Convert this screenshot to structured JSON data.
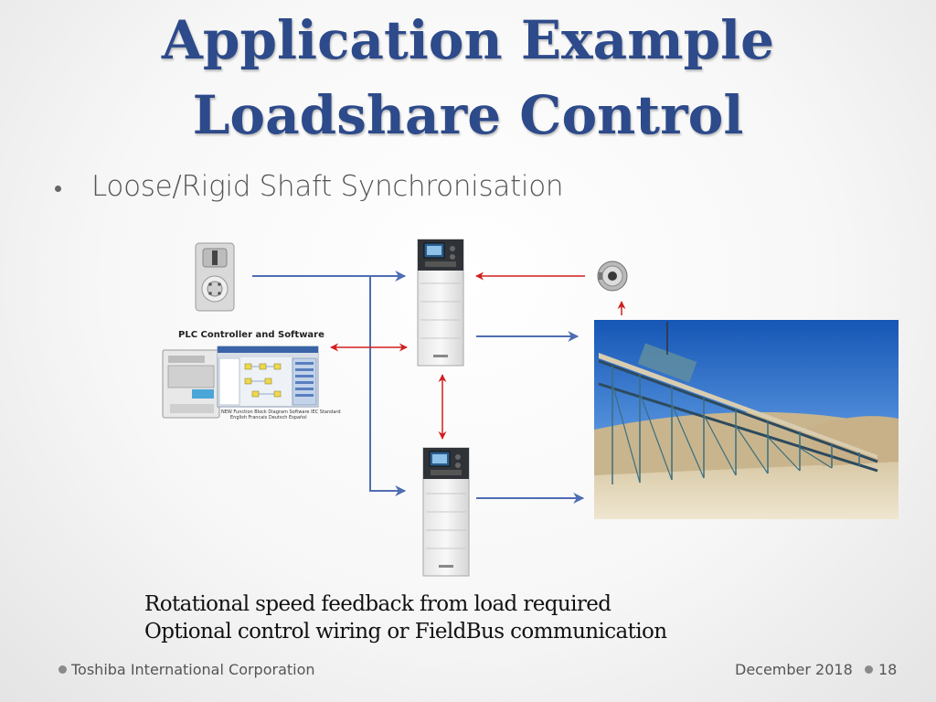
{
  "slide": {
    "title_line1": "Application Example",
    "title_line2": "Loadshare Control",
    "bullet": "Loose/Rigid Shaft Synchronisation",
    "plc_label": "PLC Controller and Software",
    "plc_screen_caption_1": "NEW Function Block Diagram Software  IEC Standard",
    "plc_screen_caption_2": "English  Francais  Deutsch  Español",
    "caption_line1": "Rotational speed feedback from load required",
    "caption_line2": "Optional control wiring or FieldBus communication"
  },
  "footer": {
    "company": "Toshiba International Corporation",
    "date": "December  2018",
    "page_number": "18"
  },
  "colors": {
    "title": "#2d4a8a",
    "blue_arrow": "#4f6db3",
    "red_arrow": "#d0201f"
  }
}
